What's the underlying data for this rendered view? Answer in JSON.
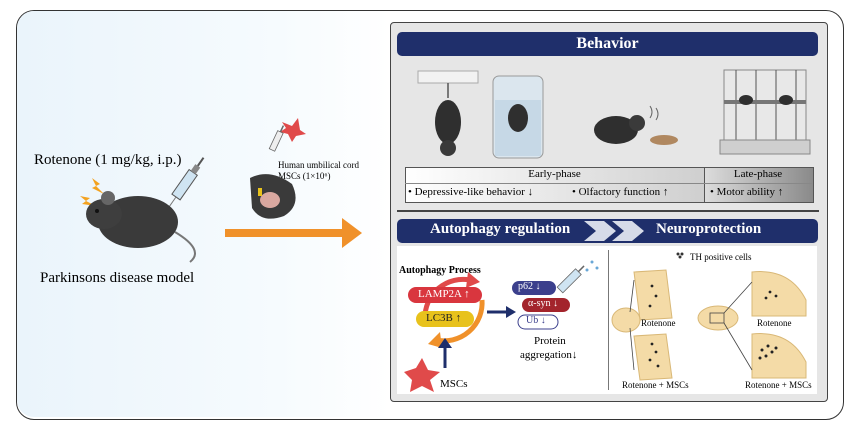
{
  "left": {
    "rotenone_label": "Rotenone (1 mg/kg, i.p.)",
    "model_label": "Parkinsons disease model",
    "msc_source_line1": "Human umbilical cord",
    "msc_source_line2": "MSCs (1×10⁶)"
  },
  "behavior": {
    "title": "Behavior",
    "early_phase_label": "Early-phase",
    "late_phase_label": "Late-phase",
    "results": [
      "• Depressive-like behavior ↓",
      "• Olfactory function ↑",
      "• Motor ability ↑"
    ]
  },
  "mechanism": {
    "autophagy_title": "Autophagy regulation",
    "neuro_title": "Neuroprotection",
    "autophagy_process_label": "Autophagy Process",
    "lamp2a_label": "LAMP2A ↑",
    "lc3b_label": "LC3B ↑",
    "msc_label": "MSCs",
    "p62_label": "p62 ↓",
    "asyn_label": "α-syn ↓",
    "ub_label": "Ub ↓",
    "protein_line1": "Protein",
    "protein_line2": "aggregation↓",
    "th_label": "TH positive cells",
    "rotenone_1": "Rotenone",
    "rotenone_2": "Rotenone",
    "rot_msc_1": "Rotenone + MSCs",
    "rot_msc_2": "Rotenone + MSCs"
  },
  "colors": {
    "banner": "#1f2f6b",
    "arrow": "#f0912a",
    "lamp2a": "#d9363e",
    "lc3b": "#e8c21c",
    "p62": "#3b3f8c",
    "asyn": "#a3242c"
  }
}
